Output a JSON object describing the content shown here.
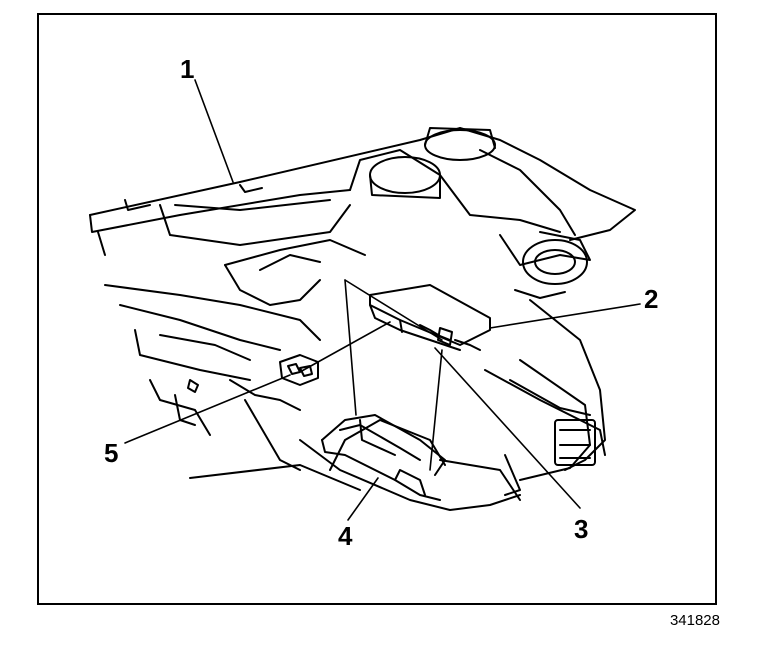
{
  "figure": {
    "callouts": [
      {
        "label": "1"
      },
      {
        "label": "2"
      },
      {
        "label": "3"
      },
      {
        "label": "4"
      },
      {
        "label": "5"
      }
    ],
    "figure_id": "341828"
  },
  "colors": {
    "ink": "#000000",
    "paper": "#ffffff"
  }
}
